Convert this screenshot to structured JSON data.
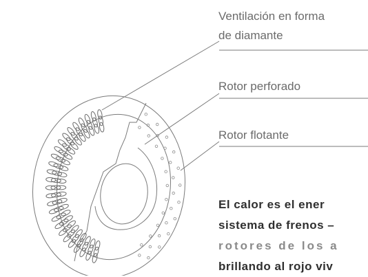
{
  "callouts": {
    "diamond": "Ventilación en forma\nde diamante",
    "drilled": "Rotor perforado",
    "floating": "Rotor flotante"
  },
  "body_text": {
    "line1": "El calor es el ener",
    "line2": "sistema de frenos –",
    "line3": "rotores de los a",
    "line4": "brillando al rojo viv"
  }
}
